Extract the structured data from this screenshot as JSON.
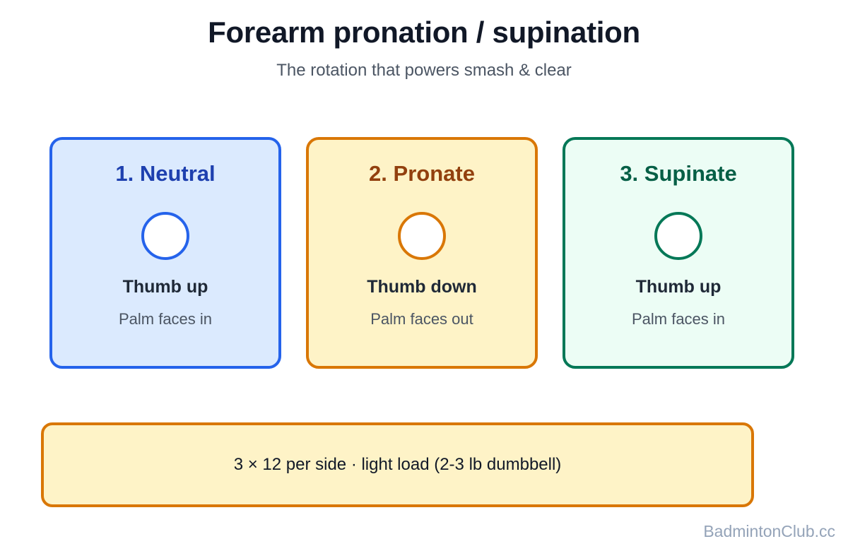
{
  "header": {
    "title": "Forearm pronation / supination",
    "subtitle": "The rotation that powers smash & clear"
  },
  "cards": [
    {
      "title": "1. Neutral",
      "main": "Thumb up",
      "sub": "Palm faces in",
      "border_color": "#2563eb",
      "fill_color": "#dbeafe",
      "title_color": "#1e40af"
    },
    {
      "title": "2. Pronate",
      "main": "Thumb down",
      "sub": "Palm faces out",
      "border_color": "#d97706",
      "fill_color": "#fef3c7",
      "title_color": "#92400e"
    },
    {
      "title": "3. Supinate",
      "main": "Thumb up",
      "sub": "Palm faces in",
      "border_color": "#047857",
      "fill_color": "#ecfdf5",
      "title_color": "#065f46"
    }
  ],
  "note": {
    "text": "3 × 12 per side · light load (2-3 lb dumbbell)"
  },
  "footer": {
    "watermark": "BadmintonClub.cc"
  }
}
